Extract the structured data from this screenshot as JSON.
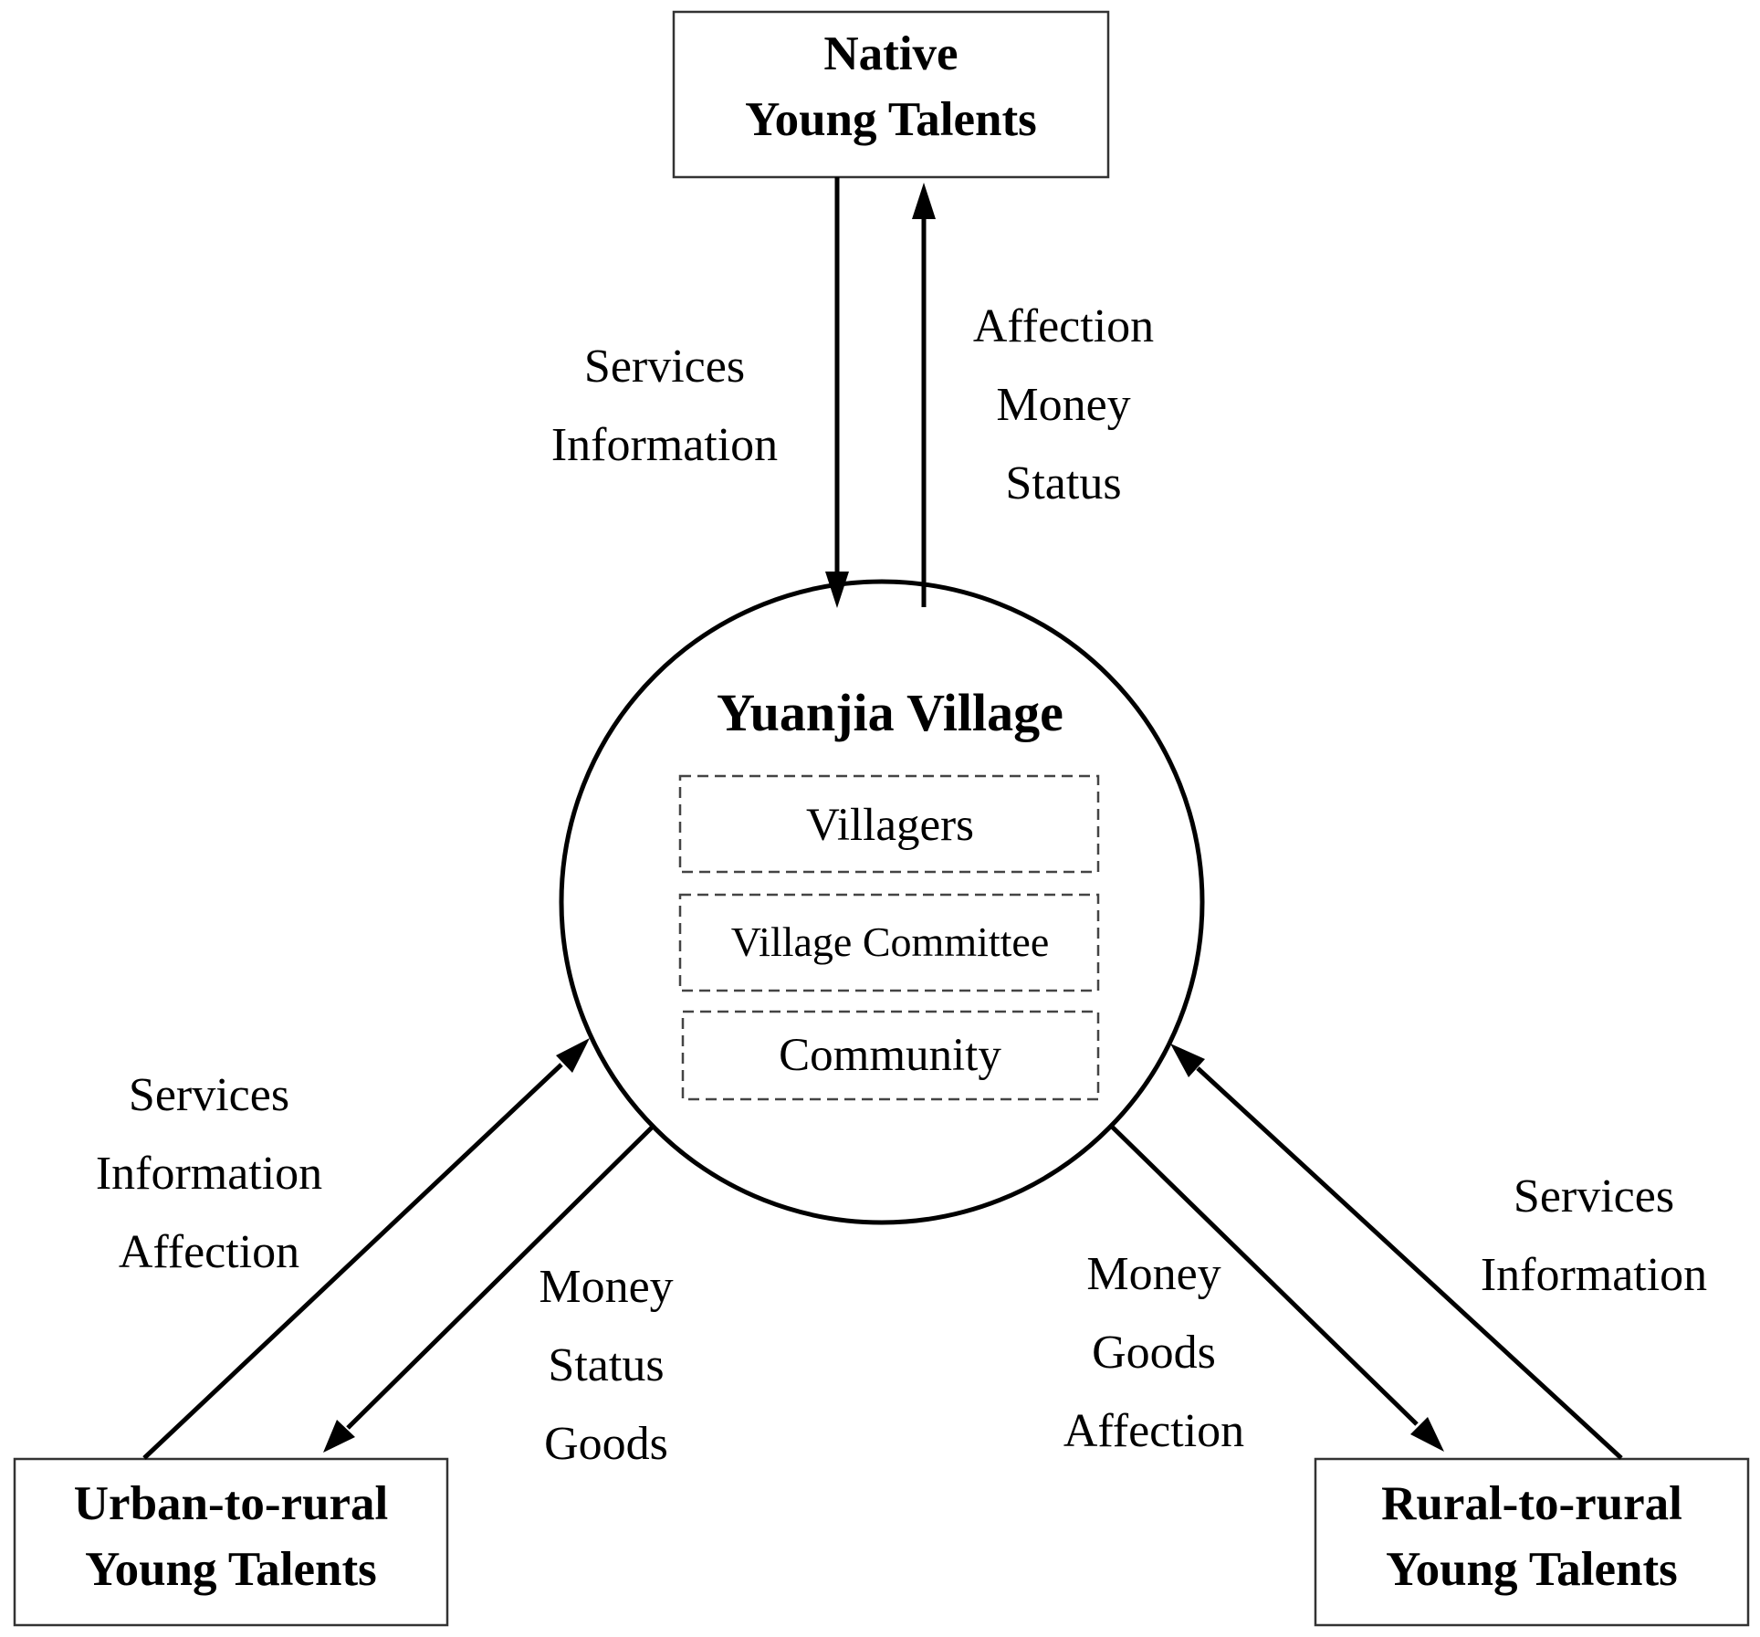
{
  "nodes": {
    "native": {
      "lines": [
        "Native",
        "Young Talents"
      ]
    },
    "urban": {
      "lines": [
        "Urban-to-rural",
        "Young Talents"
      ]
    },
    "rural": {
      "lines": [
        "Rural-to-rural",
        "Young Talents"
      ]
    },
    "village": {
      "title": "Yuanjia Village",
      "sub": [
        "Villagers",
        "Village Committee",
        "Community"
      ]
    }
  },
  "flows": {
    "native_in": [
      "Services",
      "Information"
    ],
    "native_out": [
      "Affection",
      "Money",
      "Status"
    ],
    "urban_in": [
      "Services",
      "Information",
      "Affection"
    ],
    "urban_out": [
      "Money",
      "Status",
      "Goods"
    ],
    "rural_out": [
      "Money",
      "Goods",
      "Affection"
    ],
    "rural_in": [
      "Services",
      "Information"
    ]
  }
}
